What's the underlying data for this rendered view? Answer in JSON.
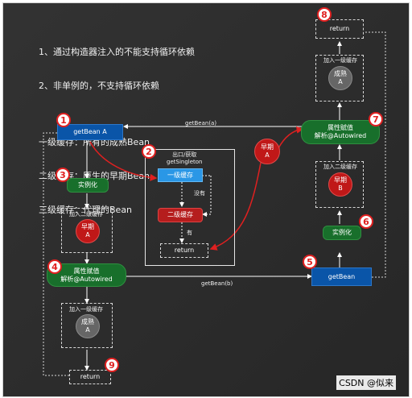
{
  "notes": [
    "1、通过构造器注入的不能支持循环依赖",
    "2、非单例的，不支持循环依赖",
    "",
    "一级缓存：所有的成熟Bean",
    "二级缓存：原生的早期Bean",
    "三级缓存：代理的Bean"
  ],
  "nodes": {
    "getBeanA": "getBean A",
    "instA": "实例化",
    "addL2A": "加入二级缓存",
    "earlyA": "早期\nA",
    "propA": "属性赋值\n解析@Autowired",
    "addL1A": "加入一级缓存",
    "matureA": "成熟\nA",
    "returnLeft": "return",
    "getSingleton": "出口/获取\ngetSingleton",
    "l1cache": "一级缓存",
    "noLabel": "没有",
    "l2cache": "二级缓存",
    "haveLabel": "有",
    "returnCenter": "return",
    "earlyACircle": "早期\nA",
    "returnTop": "return",
    "addL1B": "加入一级缓存",
    "matureATop": "成熟\nA",
    "propB": "属性赋值\n解析@Autowired",
    "addL2B": "加入二级缓存",
    "earlyB": "早期\nB",
    "instB": "实例化",
    "getBeanB": "getBean"
  },
  "edges": {
    "getBeanA_label": "getBean(a)",
    "getBeanB_label": "getBean(b)"
  },
  "numbers": [
    "1",
    "2",
    "3",
    "4",
    "5",
    "6",
    "7",
    "8",
    "9"
  ],
  "watermark": "CSDN @似来"
}
